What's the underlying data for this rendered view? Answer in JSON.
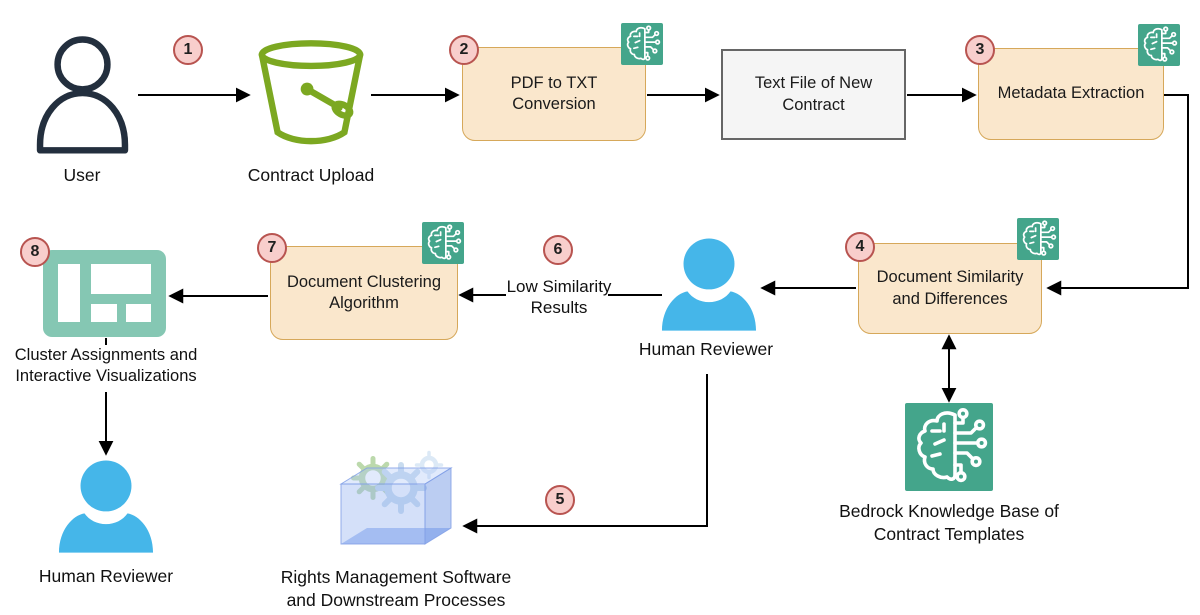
{
  "diagram_type": "contract-processing-flow",
  "steps": {
    "s1": "1",
    "s2": "2",
    "s3": "3",
    "s4": "4",
    "s5": "5",
    "s6": "6",
    "s7": "7",
    "s8": "8"
  },
  "nodes": {
    "user": {
      "label": "User",
      "icon": "person-outline-icon"
    },
    "contract_upload": {
      "label": "Contract Upload",
      "icon": "s3-bucket-icon"
    },
    "pdf_to_txt": {
      "label": "PDF to TXT Conversion",
      "icon": "bedrock-brain-circuit-icon"
    },
    "text_file": {
      "label": "Text File of New Contract"
    },
    "metadata_extraction": {
      "label": "Metadata Extraction",
      "icon": "bedrock-brain-circuit-icon"
    },
    "document_similarity": {
      "label": "Document Similarity and Differences",
      "icon": "bedrock-brain-circuit-icon"
    },
    "human_reviewer_mid": {
      "label": "Human Reviewer",
      "icon": "person-solid-icon"
    },
    "document_clustering": {
      "label": "Document Clustering Algorithm",
      "icon": "bedrock-brain-circuit-icon"
    },
    "cluster_assignments": {
      "label": "Cluster Assignments and Interactive Visualizations",
      "icon": "dashboard-grid-icon"
    },
    "human_reviewer_bottom": {
      "label": "Human Reviewer",
      "icon": "person-solid-icon"
    },
    "rights_management": {
      "label": "Rights Management Software and Downstream Processes",
      "icon": "gears-in-cube-icon"
    },
    "bedrock_kb": {
      "label": "Bedrock Knowledge Base of Contract Templates",
      "icon": "bedrock-brain-circuit-icon"
    }
  },
  "edges": {
    "low_similarity": {
      "label": "Low Similarity Results"
    }
  },
  "colors": {
    "process_fill": "#FAE7CC",
    "process_border": "#D6A85A",
    "artifact_fill": "#F5F5F5",
    "artifact_border": "#666666",
    "step_fill": "#F8CECC",
    "step_border": "#B85450",
    "bedrock_green": "#44A58B",
    "dashboard_teal": "#85C7B3",
    "bucket_green": "#7CA821",
    "person_dark": "#232F3E",
    "person_blue": "#45B6E9",
    "arrow": "#000000"
  }
}
